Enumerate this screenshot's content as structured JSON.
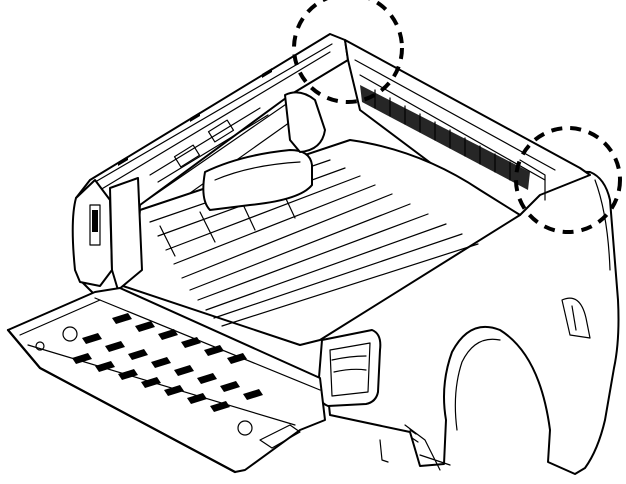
{
  "colors": {
    "line": "#000000",
    "background": "#ffffff",
    "highlight": "#000000"
  },
  "callouts": [
    {
      "id": "front-left-corner",
      "shape": "dashed-circle"
    },
    {
      "id": "rear-right-corner",
      "shape": "dashed-circle"
    }
  ]
}
